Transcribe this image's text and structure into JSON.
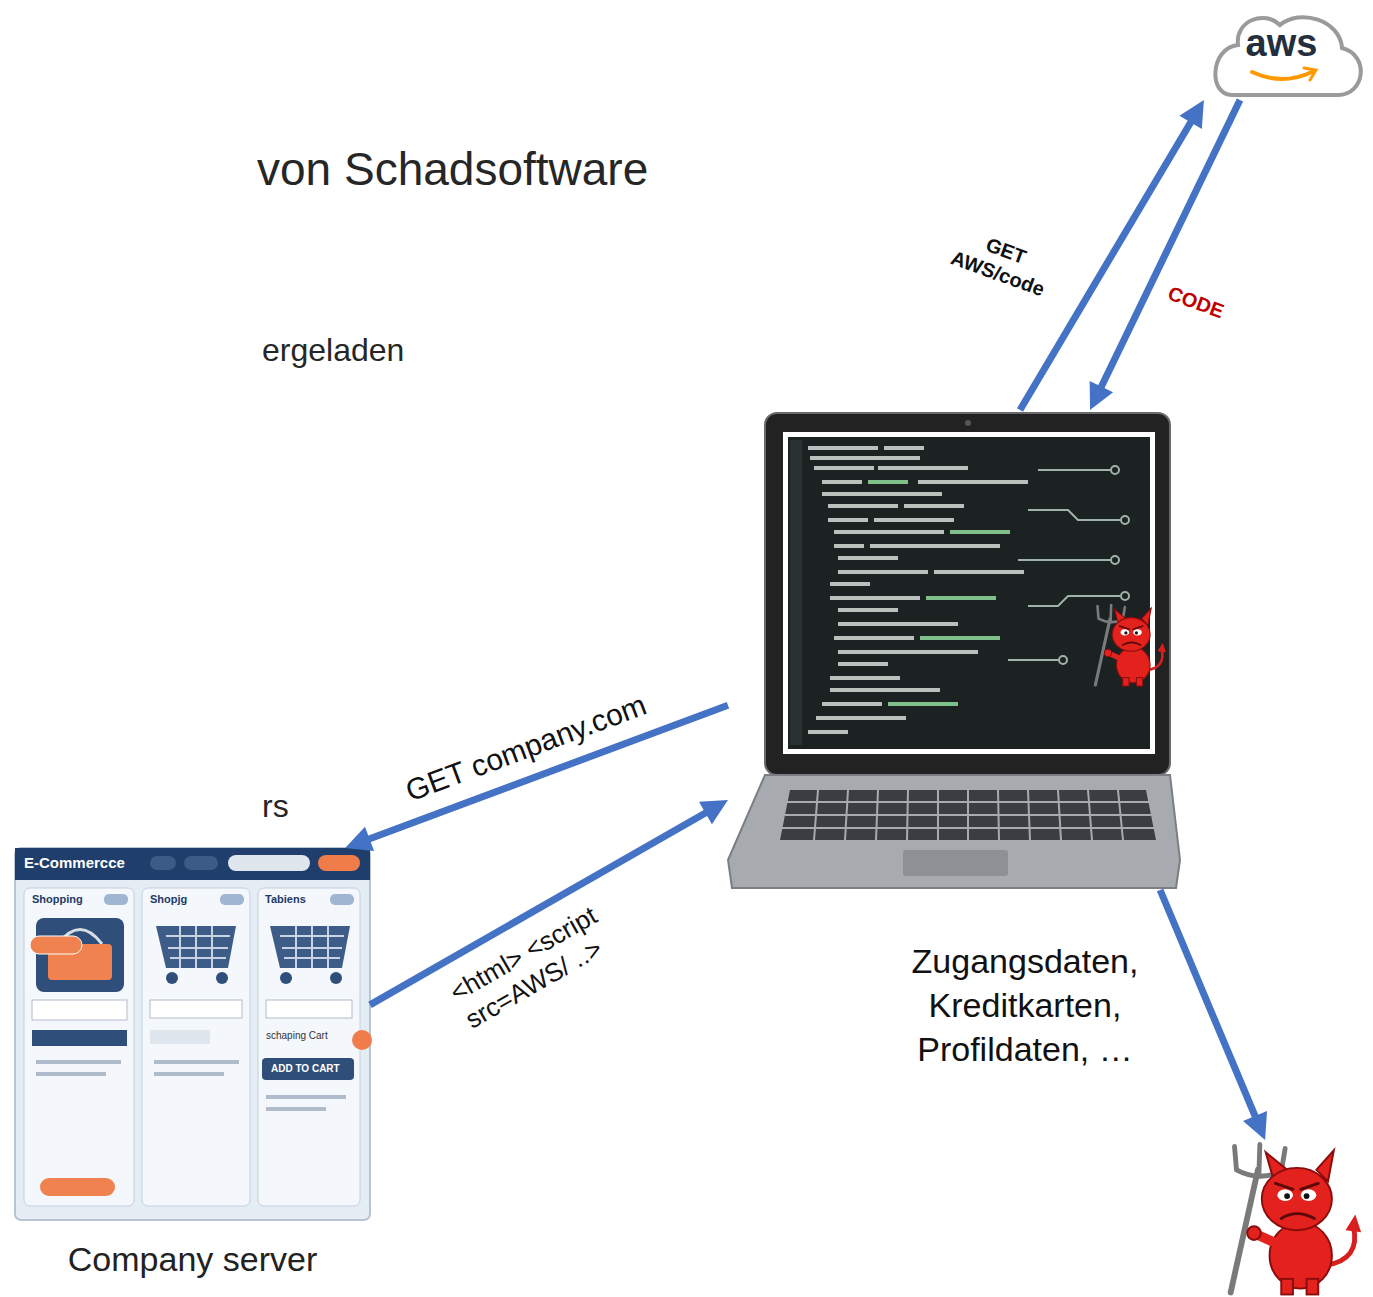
{
  "diagram": {
    "title": "von Schadsoftware",
    "nodes": [
      {
        "text": [
          "aws"
        ]
      },
      {
        "text": []
      },
      {
        "text": [
          "Company server"
        ]
      },
      {
        "text": []
      }
    ],
    "edges": [
      {
        "from": 1,
        "to": 0,
        "arrow": "to",
        "label": "GET AWS/code"
      },
      {
        "from": 0,
        "to": 1,
        "arrow": "to",
        "label": "CODE"
      },
      {
        "from": 1,
        "to": 2,
        "arrow": "to",
        "label": "GET company.com"
      },
      {
        "from": 2,
        "to": 1,
        "arrow": "to",
        "label": "<html> <script src=AWS/ ..>"
      },
      {
        "from": 1,
        "to": 3,
        "arrow": "to",
        "label": "Zugangsdaten, Kreditkarten, Profildaten, …"
      }
    ],
    "labels": [
      "ergeladen",
      "rs",
      "E-Commercce",
      "Shopping",
      "Shopjg",
      "Tabiens",
      "schaping Cart",
      "ADD TO CART"
    ]
  }
}
